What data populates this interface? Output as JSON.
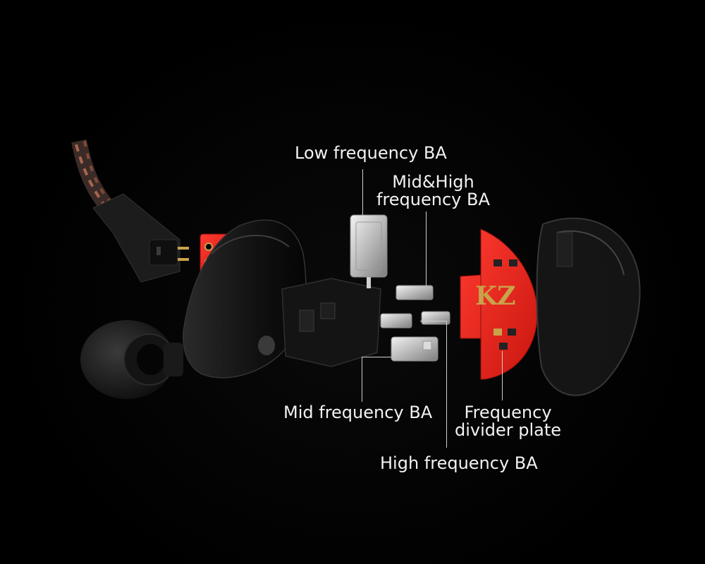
{
  "labels": {
    "low": "Low frequency BA",
    "midhigh_line1": "Mid&High",
    "midhigh_line2": "frequency BA",
    "mid": "Mid frequency BA",
    "divider_line1": "Frequency",
    "divider_line2": "divider plate",
    "high": "High frequency BA"
  },
  "logo_text": "KZ",
  "colors": {
    "background": "#000000",
    "accent_red": "#e8271f",
    "label_text": "#f2f2f2"
  }
}
